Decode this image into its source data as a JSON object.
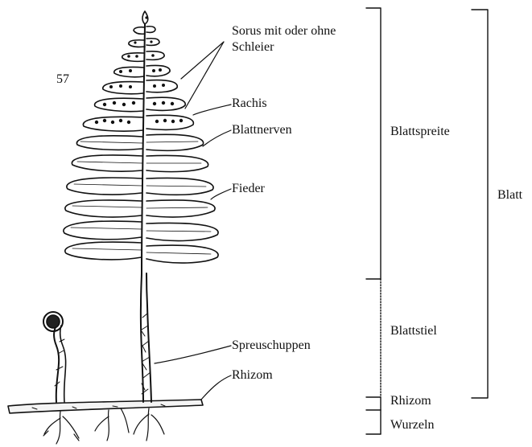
{
  "figure_number": "57",
  "labels": {
    "sorus": "Sorus mit oder ohne",
    "schleier": "Schleier",
    "rachis": "Rachis",
    "blattnerven": "Blattnerven",
    "fieder": "Fieder",
    "spreuschuppen": "Spreuschuppen",
    "rhizom": "Rhizom"
  },
  "regions": {
    "blattspreite": "Blattspreite",
    "blattstiel": "Blattstiel",
    "rhizom": "Rhizom",
    "wurzeln": "Wurzeln",
    "blatt": "Blatt"
  },
  "colors": {
    "ink": "#111111",
    "background": "#ffffff"
  }
}
